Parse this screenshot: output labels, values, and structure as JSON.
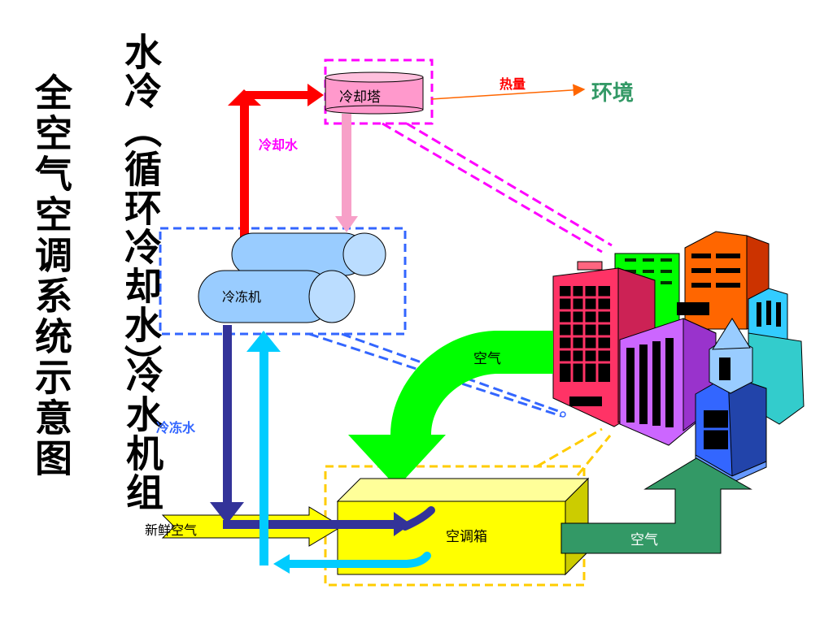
{
  "title": {
    "main": "全空气空调系统示意图",
    "side_top": "水冷（循环冷却水）",
    "side_bottom": "冷水机组"
  },
  "labels": {
    "cooling_tower": "冷却塔",
    "heat": "热量",
    "environment": "环境",
    "cooling_water": "冷却水",
    "chiller": "冷冻机",
    "chilled_water": "冷冻水",
    "fresh_air": "新鲜空气",
    "air_handler": "空调箱",
    "air_return": "空气",
    "air_supply": "空气"
  },
  "colors": {
    "cooling_water_supply": "#ff0000",
    "cooling_water_return": "#f7a0c8",
    "chilled_water_supply": "#333399",
    "chilled_water_return": "#00ccff",
    "return_air": "#00ff00",
    "supply_air": "#339966",
    "fresh_air": "#ffff00",
    "air_handler": "#ffff00",
    "chiller": "#99ccff",
    "cooling_tower": "#ff99cc",
    "tower_box_border": "#ff00ff",
    "chiller_box_border": "#3366ff",
    "handler_box_border": "#ffcc00",
    "heat_text": "#ff0000",
    "environment_text": "#339966",
    "cooling_water_text": "#ff00ff",
    "chilled_water_text": "#3366ff"
  }
}
